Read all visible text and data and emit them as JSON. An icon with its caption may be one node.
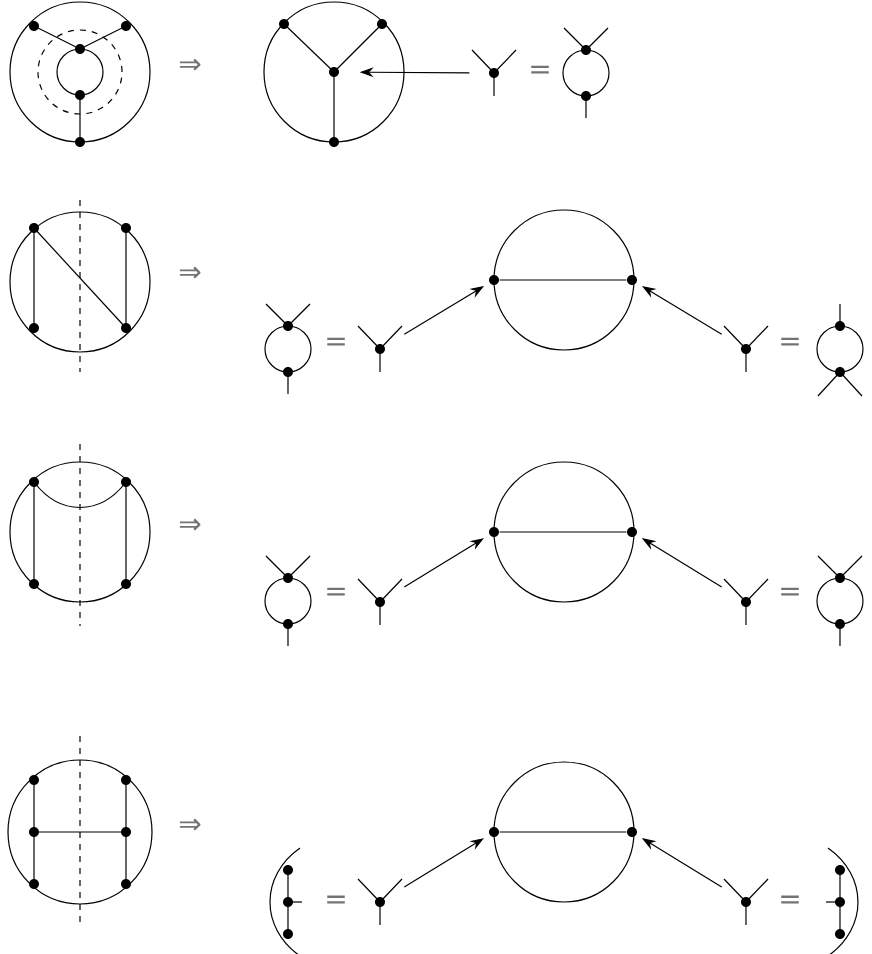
{
  "diagram": {
    "nodes": [
      {
        "text": [],
        "shape": "dot"
      },
      {
        "text": [],
        "shape": "vertex"
      },
      {
        "text": [],
        "shape": "vertex"
      },
      {
        "text": [],
        "shape": "dot"
      },
      {
        "text": [],
        "shape": "dot"
      },
      {
        "text": [],
        "shape": "vertex"
      },
      {
        "text": [],
        "shape": "vertex"
      },
      {
        "text": [],
        "shape": "dot"
      },
      {
        "text": [],
        "shape": "dot"
      },
      {
        "text": [],
        "shape": "vertex"
      },
      {
        "text": [],
        "shape": "vertex"
      },
      {
        "text": [],
        "shape": "dot"
      },
      {
        "text": [],
        "shape": "dot"
      },
      {
        "text": [],
        "shape": "vertex"
      }
    ],
    "edges": [
      {
        "from": 1,
        "to": 0,
        "arrow": "to"
      },
      {
        "from": 2,
        "to": 3,
        "arrow": "to"
      },
      {
        "from": 5,
        "to": 4,
        "arrow": "to"
      },
      {
        "from": 6,
        "to": 7,
        "arrow": "to"
      },
      {
        "from": 9,
        "to": 8,
        "arrow": "to"
      },
      {
        "from": 10,
        "to": 11,
        "arrow": "to"
      },
      {
        "from": 13,
        "to": 12,
        "arrow": "to"
      },
      {
        "from": 3,
        "to": 4,
        "arrow": "none"
      },
      {
        "from": 7,
        "to": 8,
        "arrow": "none"
      },
      {
        "from": 11,
        "to": 12,
        "arrow": "none"
      }
    ],
    "labels": [
      "⇒",
      "=",
      "⇒",
      "=",
      "=",
      "⇒",
      "=",
      "=",
      "⇒",
      "=",
      "="
    ]
  }
}
